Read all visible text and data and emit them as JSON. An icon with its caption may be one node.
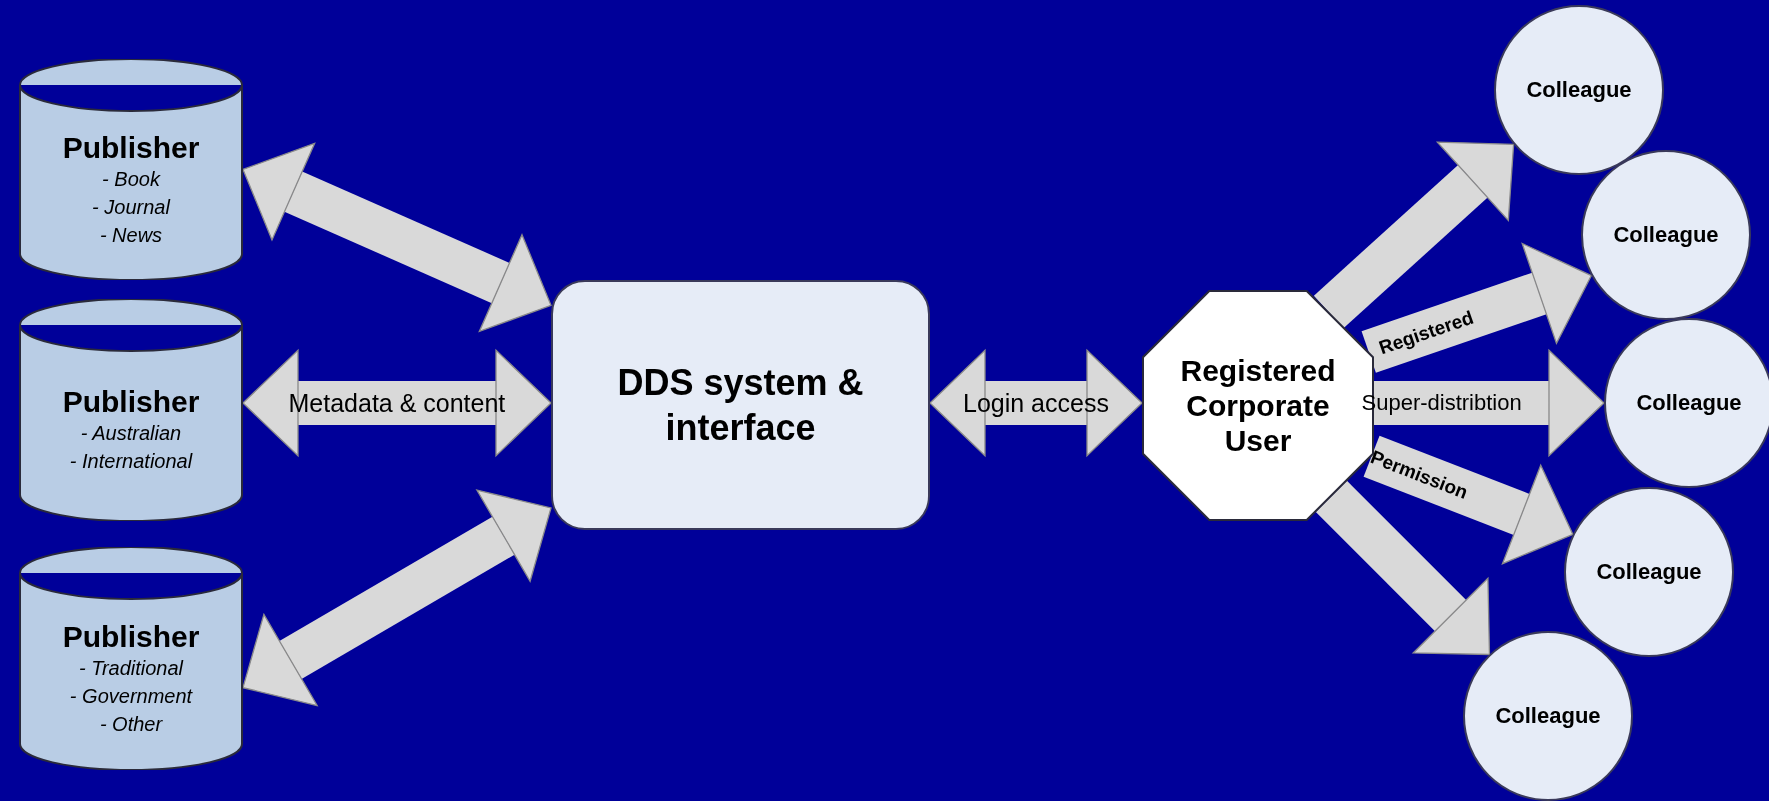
{
  "diagram": {
    "nodes": [
      {
        "text": [
          "Publisher",
          "- Book",
          "- Journal",
          "- News"
        ]
      },
      {
        "text": [
          "Publisher",
          "- Australian",
          "- International"
        ]
      },
      {
        "text": [
          "Publisher",
          "- Traditional",
          "- Government",
          "- Other"
        ]
      },
      {
        "text": [
          "DDS system & interface"
        ]
      },
      {
        "text": [
          "Registered Corporate User"
        ]
      },
      {
        "text": [
          "Colleague"
        ]
      },
      {
        "text": [
          "Colleague"
        ]
      },
      {
        "text": [
          "Colleague"
        ]
      },
      {
        "text": [
          "Colleague"
        ]
      },
      {
        "text": [
          "Colleague"
        ]
      }
    ],
    "edges": [
      {
        "from": 0,
        "to": 3,
        "arrow": "both"
      },
      {
        "from": 1,
        "to": 3,
        "arrow": "both",
        "label": "Metadata & content"
      },
      {
        "from": 2,
        "to": 3,
        "arrow": "both"
      },
      {
        "from": 3,
        "to": 4,
        "arrow": "both",
        "label": "Login access"
      },
      {
        "from": 4,
        "to": 5,
        "arrow": "to"
      },
      {
        "from": 4,
        "to": 6,
        "arrow": "to",
        "label": "Registered"
      },
      {
        "from": 4,
        "to": 7,
        "arrow": "to",
        "label": "Super-distribtion"
      },
      {
        "from": 4,
        "to": 8,
        "arrow": "to",
        "label": "Permission"
      },
      {
        "from": 4,
        "to": 9,
        "arrow": "to"
      }
    ]
  }
}
